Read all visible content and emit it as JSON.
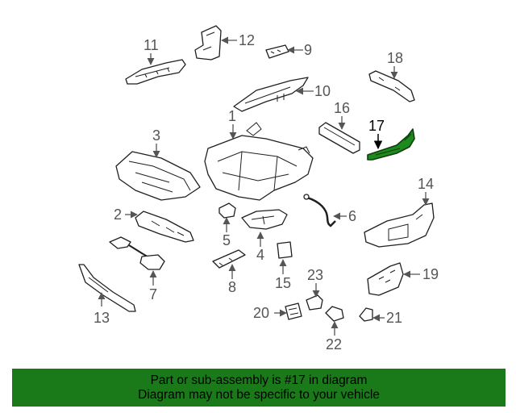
{
  "diagram": {
    "highlight_color": "#1d8a1d",
    "callouts": {
      "c1": "1",
      "c2": "2",
      "c3": "3",
      "c4": "4",
      "c5": "5",
      "c6": "6",
      "c7": "7",
      "c8": "8",
      "c9": "9",
      "c10": "10",
      "c11": "11",
      "c12": "12",
      "c13": "13",
      "c14": "14",
      "c15": "15",
      "c16": "16",
      "c17": "17",
      "c18": "18",
      "c19": "19",
      "c20": "20",
      "c21": "21",
      "c22": "22",
      "c23": "23"
    }
  },
  "banner": {
    "background": "#1a7a1a",
    "line1": "Part or sub-assembly is #17 in diagram",
    "line2": "Diagram may not be specific to your vehicle"
  }
}
